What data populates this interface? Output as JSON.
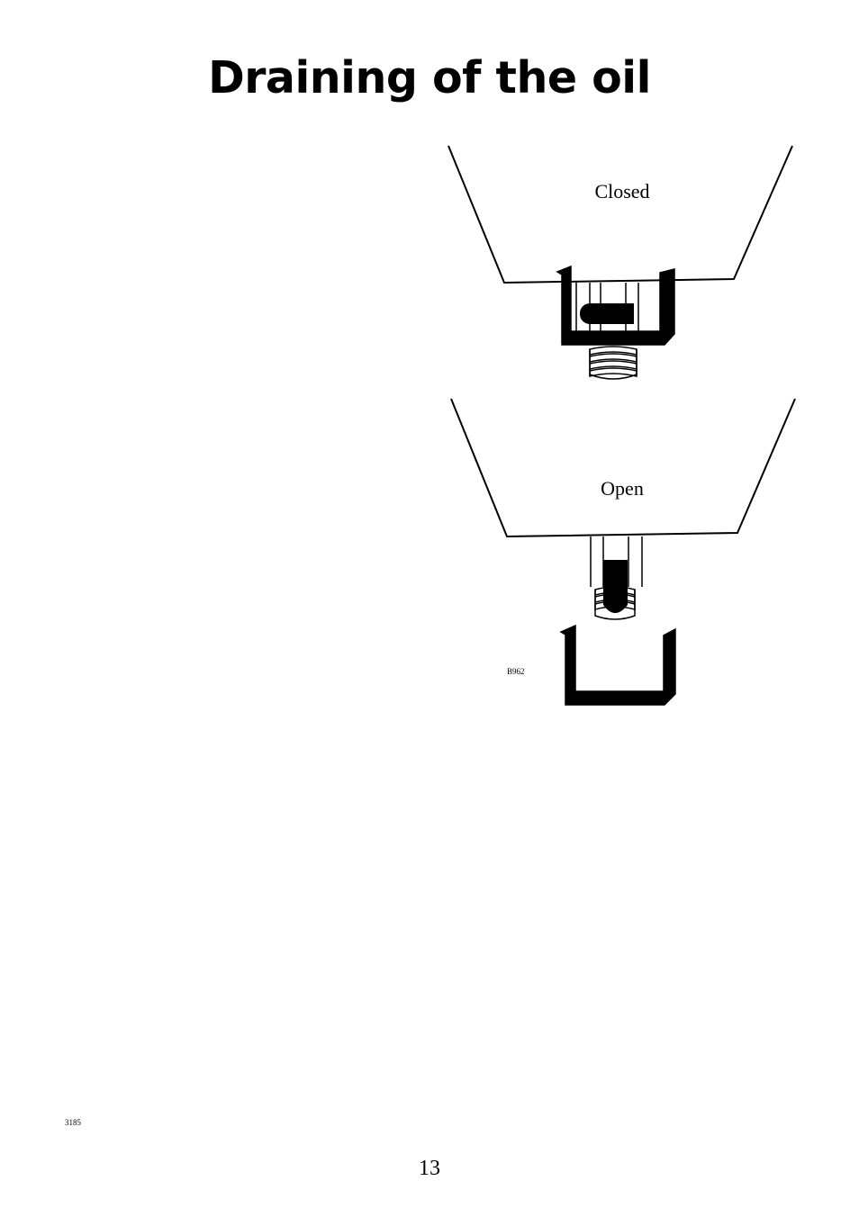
{
  "page": {
    "title": "Draining of the oil",
    "page_number": "13",
    "doc_code": "3185"
  },
  "figure": {
    "closed_label": "Closed",
    "open_label": "Open",
    "figure_code": "B962"
  }
}
